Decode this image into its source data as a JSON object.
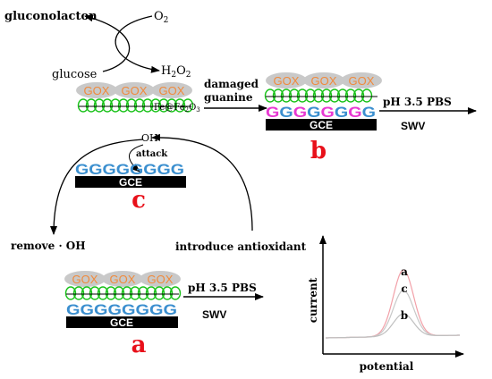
{
  "reaction": {
    "gluconolacton": "gluconolacton",
    "o2": "O",
    "o2_sub": "2",
    "glucose": "glucose",
    "h2o2_h": "H",
    "h2o2_sub1": "2",
    "h2o2_o": "O",
    "h2o2_sub2": "2"
  },
  "probe": {
    "enzyme": "GOX",
    "electrode": "GCE",
    "guanine": "GGGGGGGG",
    "nanoparticle_prefix": "Fe@Fe",
    "nanoparticle_sub1": "2",
    "nanoparticle_o": "O",
    "nanoparticle_sub2": "3"
  },
  "steps": {
    "damaged_line1": "damaged",
    "damaged_line2": "guanine",
    "measure_buffer": "pH 3.5 PBS",
    "measure_technique": "SWV",
    "hydroxyl": "OH",
    "attack": "attack",
    "remove": "remove · OH",
    "introduce": "introduce antioxidant"
  },
  "panels": {
    "a": "a",
    "b": "b",
    "c": "c"
  },
  "graph": {
    "ylabel": "current",
    "xlabel": "potential",
    "curve_labels": [
      "a",
      "c",
      "b"
    ],
    "colors": [
      "#f2a0a8",
      "#c8c8c8",
      "#bfbfbf"
    ],
    "peak_heights": [
      0.62,
      0.43,
      0.21
    ]
  },
  "colors": {
    "enzyme_fill": "#c9c9c9",
    "enzyme_text": "#f08a3c",
    "helix": "#19c219",
    "guanine": "#3b8fcf",
    "guanine_damaged": "#e838d2",
    "electrode": "#000000",
    "panel_label": "#e8101a"
  }
}
